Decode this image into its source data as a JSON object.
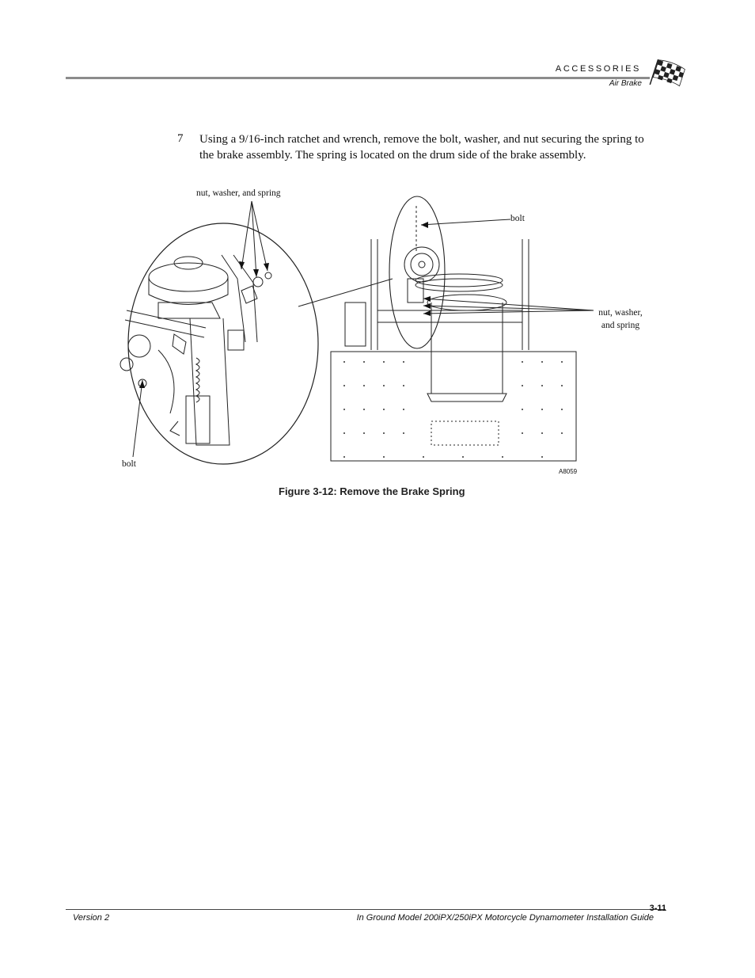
{
  "header": {
    "section": "ACCESSORIES",
    "subsection": "Air Brake"
  },
  "step": {
    "number": "7",
    "text": "Using a 9/16-inch ratchet and wrench, remove the bolt, washer, and nut securing the spring to the brake assembly. The spring is located on the drum side of the brake assembly."
  },
  "figure": {
    "labels": {
      "nut_washer_spring_top": "nut, washer, and spring",
      "bolt_top": "bolt",
      "nut_washer_spring_right": "nut, washer, and spring",
      "bolt_bottom": "bolt",
      "drawing_id": "A8059"
    },
    "caption": "Figure 3-12: Remove the Brake Spring"
  },
  "footer": {
    "version": "Version 2",
    "title": "In Ground Model 200iPX/250iPX Motorcycle Dynamometer Installation Guide",
    "page": "3-11"
  }
}
